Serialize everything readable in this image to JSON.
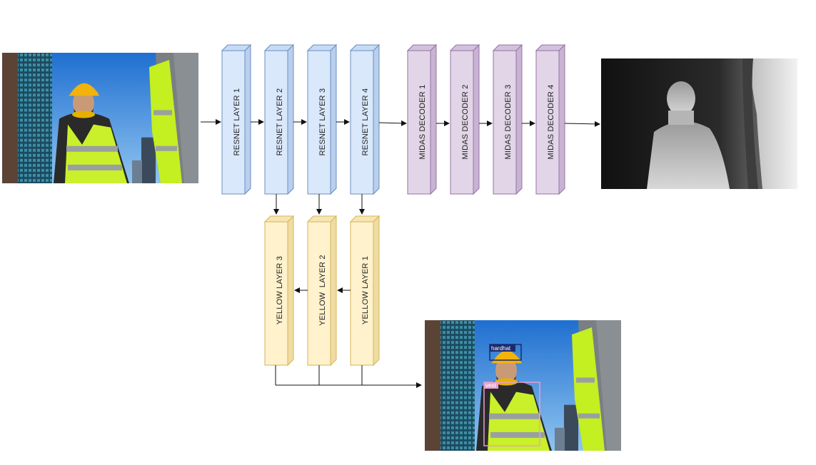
{
  "pipeline": {
    "resnet_layers": [
      "RESNET LAYER 1",
      "RESNET LAYER 2",
      "RESNET LAYER 3",
      "RESNET LAYER 4"
    ],
    "midas_decoders": [
      "MIDAS DECODER 1",
      "MIDAS DECODER 2",
      "MIDAS DECODER 3",
      "MIDAS DECODER 4"
    ],
    "yellow_layers": [
      "YELLOW LAYER 3",
      "YELLOW  LAYER 2",
      "YELLOW LAYER 1"
    ]
  },
  "detections": {
    "hardhat_label": "hardhat",
    "vest_label": "vest"
  },
  "colors": {
    "resnet_fill": "#dae8fc",
    "resnet_stroke": "#6c8ebf",
    "midas_fill": "#e1d5e7",
    "midas_stroke": "#9673a6",
    "yellow_fill": "#fff2cc",
    "yellow_stroke": "#d6b656",
    "hardhat_box": "#1a2a6c",
    "vest_box": "#e8a0d0"
  },
  "icons": {
    "input_image": "worker-photo",
    "depth_map": "depth-map-image",
    "output_image": "detection-output-photo"
  }
}
